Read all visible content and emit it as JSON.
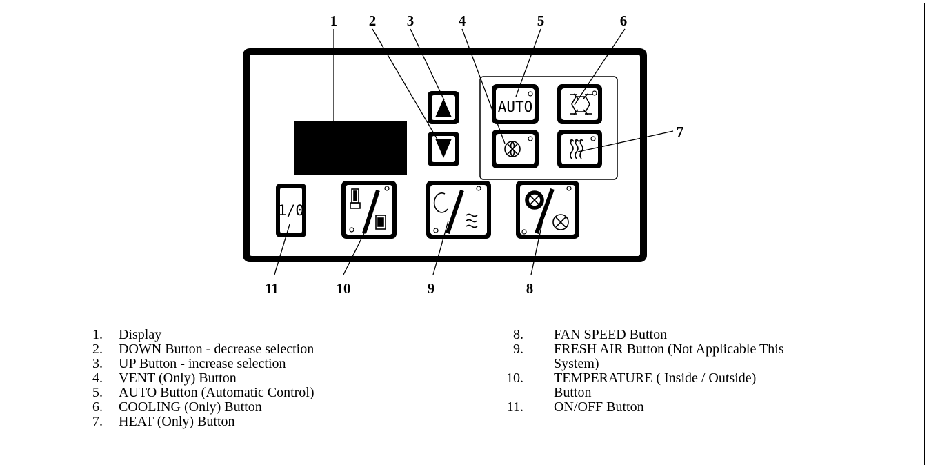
{
  "callouts": [
    "1",
    "2",
    "3",
    "4",
    "5",
    "6",
    "7",
    "8",
    "9",
    "10",
    "11"
  ],
  "buttons": {
    "auto_label": "AUTO",
    "onoff_label": "1/0"
  },
  "legend_left": [
    {
      "num": "1.",
      "text": "Display"
    },
    {
      "num": "2.",
      "text": "DOWN Button - decrease selection"
    },
    {
      "num": "3.",
      "text": "UP Button - increase selection"
    },
    {
      "num": "4.",
      "text": "VENT (Only) Button"
    },
    {
      "num": "5.",
      "text": "AUTO Button (Automatic Control)"
    },
    {
      "num": "6.",
      "text": "COOLING (Only) Button"
    },
    {
      "num": "7.",
      "text": "HEAT (Only) Button"
    }
  ],
  "legend_right": [
    {
      "num": "8.",
      "text": "FAN SPEED Button"
    },
    {
      "num": "9.",
      "text": "FRESH AIR Button (Not Applicable This"
    },
    {
      "num": "",
      "text": "System)"
    },
    {
      "num": "10.",
      "text": "TEMPERATURE ( Inside / Outside)"
    },
    {
      "num": "",
      "text": " Button"
    },
    {
      "num": "11.",
      "text": " ON/OFF Button"
    }
  ],
  "icons": {
    "up": "up-arrow-icon",
    "down": "down-arrow-icon",
    "vent": "fan-icon",
    "cool": "snowflake-icon",
    "heat": "heat-waves-icon",
    "temp": "thermometer-icon",
    "fresh": "fresh-air-icon",
    "fanspeed": "fan-speed-icon"
  }
}
